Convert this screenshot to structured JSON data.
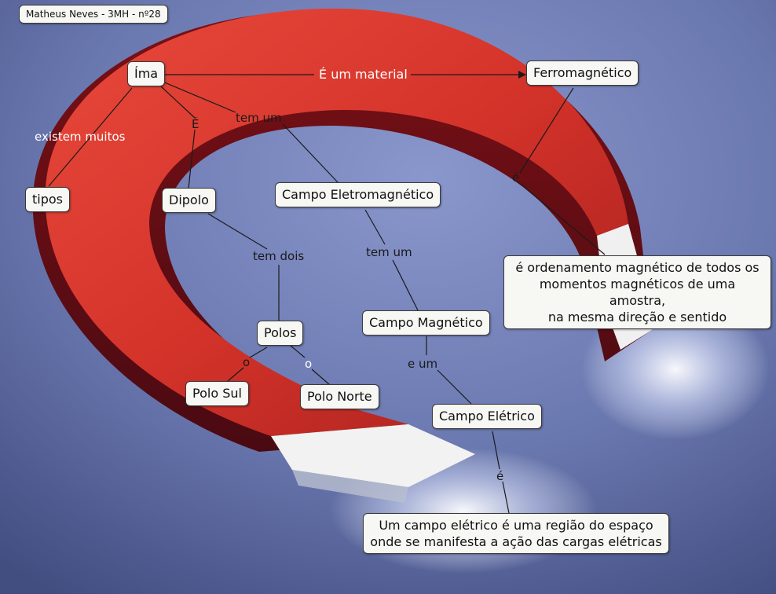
{
  "header": {
    "author": "Matheus Neves - 3MH - nº28"
  },
  "concepts": {
    "ima": "Íma",
    "ferromagnetico": "Ferromagnético",
    "tipos": "tipos",
    "dipolo": "Dipolo",
    "campo_eletromagnetico": "Campo Eletromagnético",
    "polos": "Polos",
    "polo_sul": "Polo Sul",
    "polo_norte": "Polo Norte",
    "campo_magnetico": "Campo Magnético",
    "campo_eletrico": "Campo Elétrico",
    "ordenamento": [
      "é ordenamento magnético de todos os",
      "momentos magnéticos de uma amostra,",
      "na mesma direção e sentido"
    ],
    "definicao_campo_eletrico": [
      "Um campo elétrico é uma região do espaço",
      "onde se manifesta a ação das cargas elétricas"
    ]
  },
  "links": {
    "e_um_material": "É um material",
    "existem_muitos": "existem muitos",
    "e_dipolo": "É",
    "tem_um_1": "tem um",
    "tem_dois": "tem dois",
    "tem_um_2": "tem um",
    "o_sul": "o",
    "o_norte": "o",
    "e_um": "e um",
    "e_ordenamento": "é",
    "e_definicao": "é"
  },
  "colors": {
    "background": "#6f7fb6",
    "magnet_red": "#d8352a",
    "magnet_tip": "#f2f2f2",
    "node_fill": "#f7f7f4",
    "link_line": "#1a1a1a"
  }
}
